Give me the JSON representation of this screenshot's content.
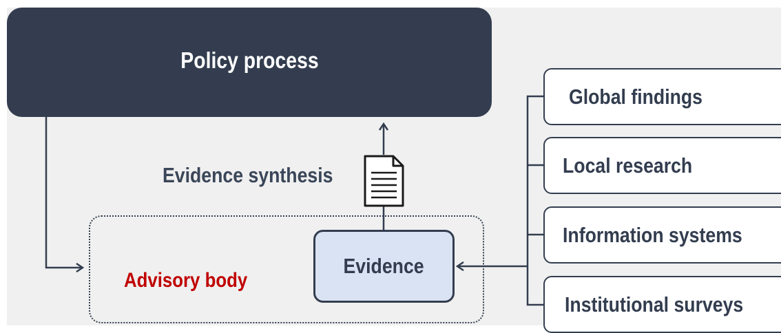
{
  "diagram": {
    "policy_process": "Policy process",
    "synthesis_label": "Evidence synthesis",
    "advisory_body": "Advisory body",
    "evidence": "Evidence",
    "sources": [
      "Global findings",
      "Local research",
      "Information systems",
      "Institutional surveys"
    ]
  },
  "colors": {
    "dark_navy": "#333d4f",
    "evidence_fill": "#dae3f3",
    "advisory_text": "#c00000",
    "background": "#f0f0f0"
  },
  "icons": [
    "document-icon",
    "arrow-icon"
  ]
}
